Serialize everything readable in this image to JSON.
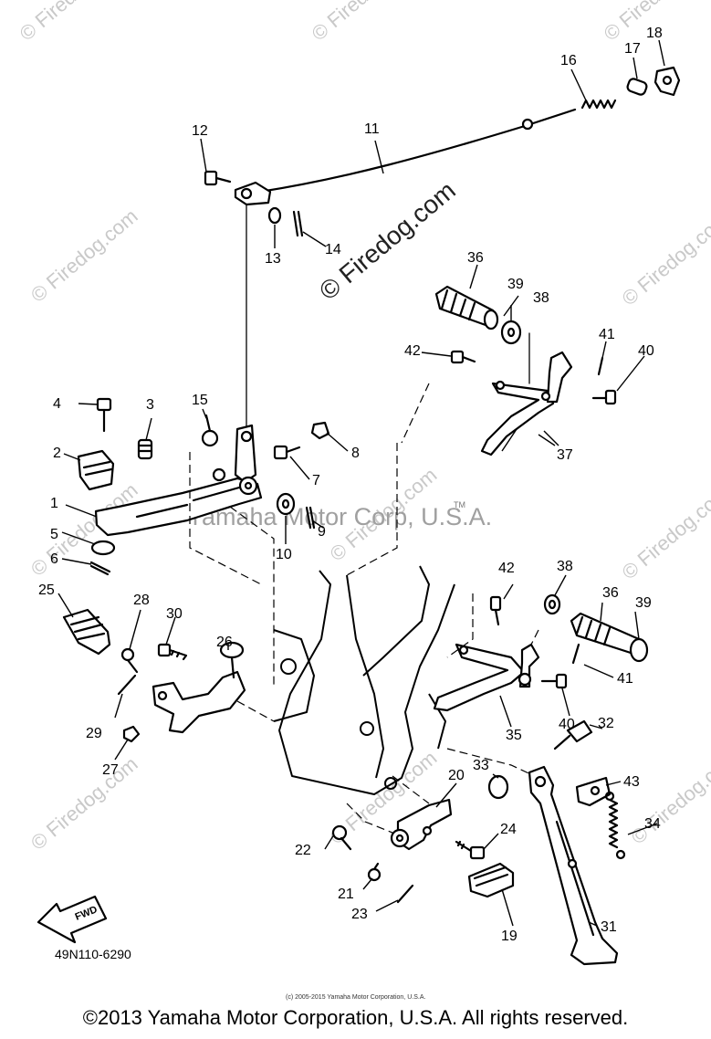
{
  "diagram_code": "49N110-6290",
  "fwd_label": "FWD",
  "watermark_text": "© Firedog.com",
  "corp_watermark": "Yamaha Motor Corp, U.S.A.",
  "tm_mark": "TM",
  "small_copyright": "(c) 2005-2015 Yamaha Motor Corporation, U.S.A.",
  "footer_copyright": "©2013 Yamaha Motor Corporation, U.S.A. All rights reserved.",
  "callouts": [
    "1",
    "2",
    "3",
    "4",
    "5",
    "6",
    "7",
    "8",
    "9",
    "10",
    "11",
    "12",
    "13",
    "14",
    "15",
    "16",
    "17",
    "18",
    "19",
    "20",
    "21",
    "22",
    "23",
    "24",
    "25",
    "26",
    "27",
    "28",
    "29",
    "30",
    "31",
    "32",
    "33",
    "34",
    "35",
    "36",
    "37",
    "38",
    "39",
    "40",
    "41",
    "42",
    "43",
    "36",
    "39",
    "38",
    "42"
  ]
}
